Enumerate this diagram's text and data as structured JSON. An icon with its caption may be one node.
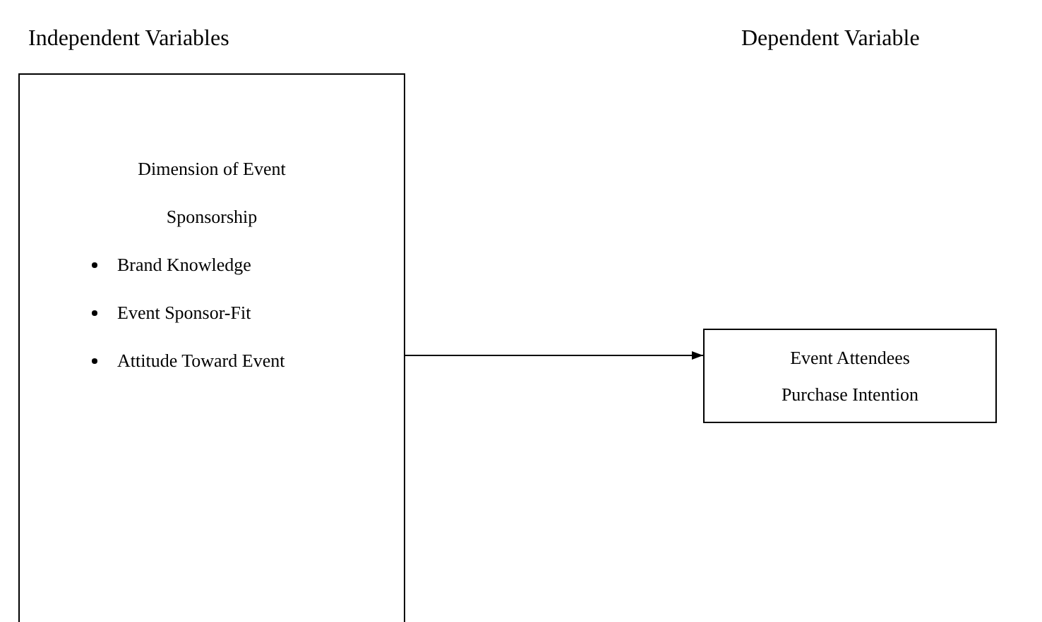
{
  "diagram": {
    "nodes": [
      {
        "text": [
          "Dimension of Event Sponsorship",
          "Brand Knowledge",
          "Event Sponsor-Fit",
          "Attitude Toward Event"
        ]
      },
      {
        "text": [
          "Event Attendees Purchase Intention"
        ]
      }
    ],
    "edges": [
      {
        "from": 0,
        "to": 1,
        "arrow": "to"
      }
    ],
    "labels": [
      "Independent Variables",
      "Dependent Variable"
    ]
  }
}
